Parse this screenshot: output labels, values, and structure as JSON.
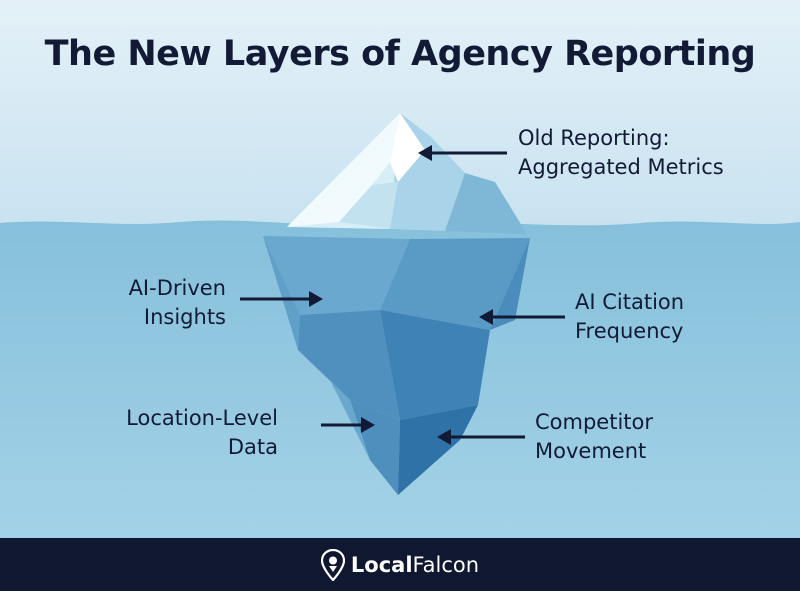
{
  "title": "The New Layers of Agency Reporting",
  "layers": [
    {
      "label": "Old Reporting:\nAggregated Metrics"
    },
    {
      "label": "AI-Driven\nInsights"
    },
    {
      "label": "AI Citation\nFrequency"
    },
    {
      "label": "Location-Level\nData"
    },
    {
      "label": "Competitor\nMovement"
    }
  ],
  "footer": {
    "brand_bold": "Local",
    "brand_regular": "Falcon",
    "logo_icon": "location-pin-falcon-icon"
  },
  "colors": {
    "sky": "#dcedf6",
    "water": "#8fc6e0",
    "dark_navy": "#121a36",
    "footer_bg": "#0f1731"
  }
}
